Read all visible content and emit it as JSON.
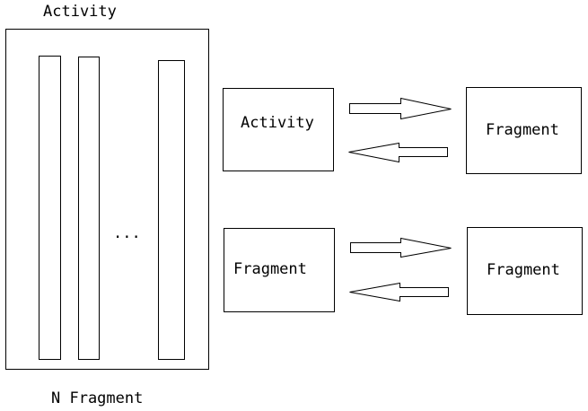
{
  "left_container": {
    "title": "Activity",
    "ellipsis": "...",
    "caption": "N Fragment"
  },
  "pairs": [
    {
      "left_label": "Activity",
      "right_label": "Fragment"
    },
    {
      "left_label": "Fragment",
      "right_label": "Fragment"
    }
  ]
}
